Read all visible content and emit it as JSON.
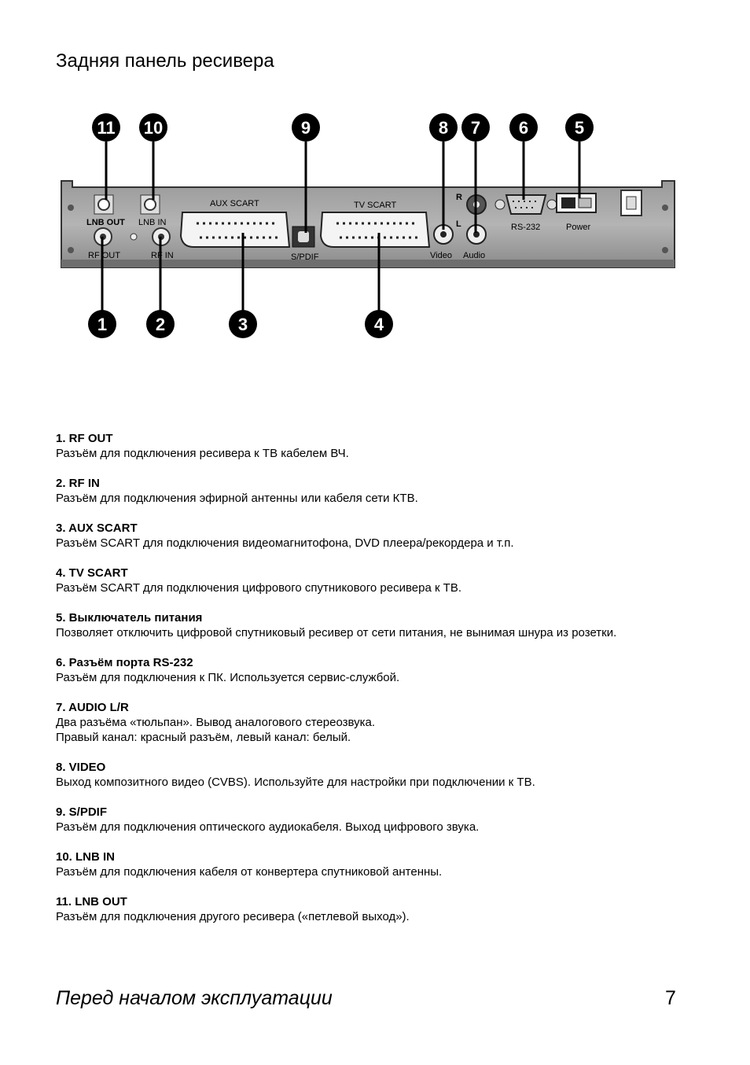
{
  "page_title": "Задняя панель ресивера",
  "panel_labels": {
    "lnb_out": "LNB OUT",
    "lnb_in": "LNB IN",
    "rf_out": "RF OUT",
    "rf_in": "RF IN",
    "aux_scart": "AUX SCART",
    "tv_scart": "TV SCART",
    "spdif": "S/PDIF",
    "video": "Video",
    "audio": "Audio",
    "r": "R",
    "l": "L",
    "rs232": "RS-232",
    "power": "Power"
  },
  "callouts": [
    "1",
    "2",
    "3",
    "4",
    "5",
    "6",
    "7",
    "8",
    "9",
    "10",
    "11"
  ],
  "items": [
    {
      "heading": "1. RF OUT",
      "lines": [
        "Разъём для подключения ресивера к ТВ кабелем ВЧ."
      ]
    },
    {
      "heading": "2. RF IN",
      "lines": [
        "Разъём для подключения эфирной антенны или кабеля сети КТВ."
      ]
    },
    {
      "heading": "3. AUX SCART",
      "lines": [
        "Разъём SCART для подключения видеомагнитофона, DVD плеера/рекордера и т.п."
      ]
    },
    {
      "heading": "4. TV SCART",
      "lines": [
        "Разъём SCART для подключения цифрового спутникового ресивера к ТВ."
      ]
    },
    {
      "heading": "5.  Выключатель питания",
      "lines": [
        "Позволяет отключить цифровой спутниковый ресивер от сети питания, не вынимая шнура из розетки."
      ]
    },
    {
      "heading": "6. Разъём порта RS-232",
      "lines": [
        "Разъём для подключения к ПК. Используется сервис-службой."
      ]
    },
    {
      "heading": "7. AUDIO L/R",
      "lines": [
        "Два разъёма «тюльпан». Вывод аналогового стереозвука.",
        "Правый канал: красный разъём, левый канал: белый."
      ]
    },
    {
      "heading": "8. VIDEO",
      "lines": [
        "Выход композитного видео (CVBS). Используйте для настройки при подключении к ТВ."
      ]
    },
    {
      "heading": "9. S/PDIF",
      "lines": [
        "Разъём для подключения оптического аудиокабеля. Выход цифрового звука."
      ]
    },
    {
      "heading": "10. LNB IN",
      "lines": [
        "Разъём для подключения кабеля от конвертера спутниковой антенны."
      ]
    },
    {
      "heading": "11. LNB OUT",
      "lines": [
        "Разъём для подключения другого ресивера («петлевой выход»)."
      ]
    }
  ],
  "footer": {
    "section": "Перед началом эксплуатации",
    "page_number": "7"
  }
}
